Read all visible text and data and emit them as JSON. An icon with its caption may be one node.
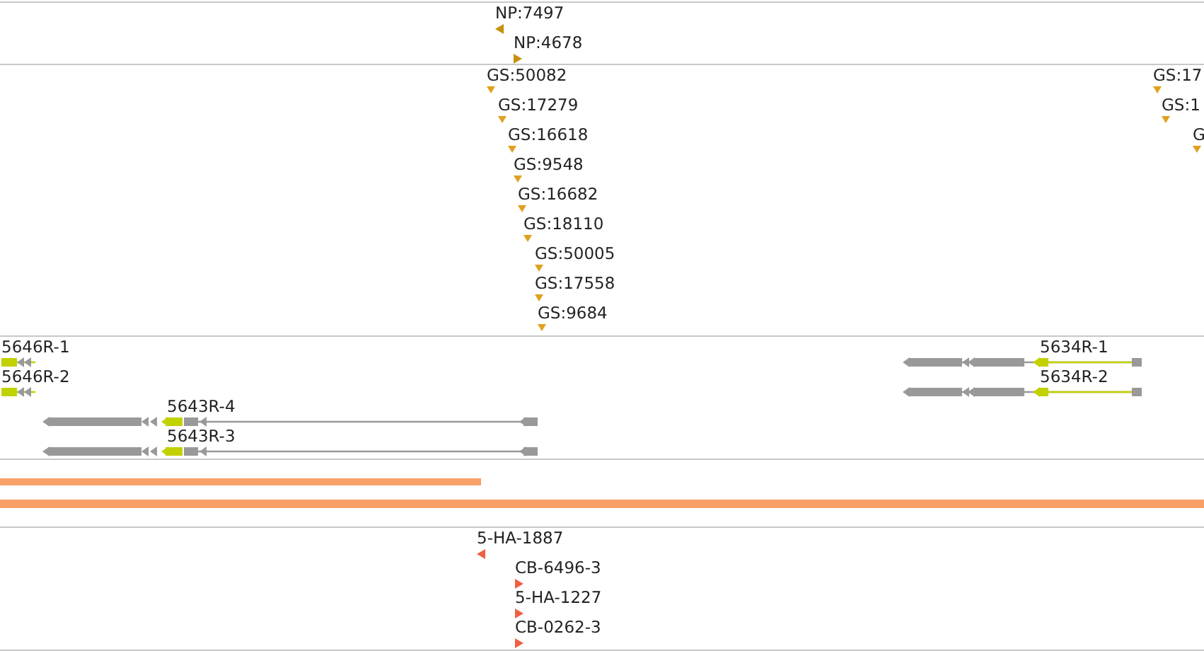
{
  "diagram": {
    "labels": [
      "NP:7497",
      "NP:4678",
      "GS:50082",
      "GS:17",
      "GS:17279",
      "GS:1",
      "GS:16618",
      "G",
      "GS:9548",
      "GS:16682",
      "GS:18110",
      "GS:50005",
      "GS:17558",
      "GS:9684",
      "5646R-1",
      "5634R-1",
      "5646R-2",
      "5634R-2",
      "5643R-4",
      "5643R-3",
      "5-HA-1887",
      "CB-6496-3",
      "5-HA-1227",
      "CB-0262-3"
    ]
  }
}
